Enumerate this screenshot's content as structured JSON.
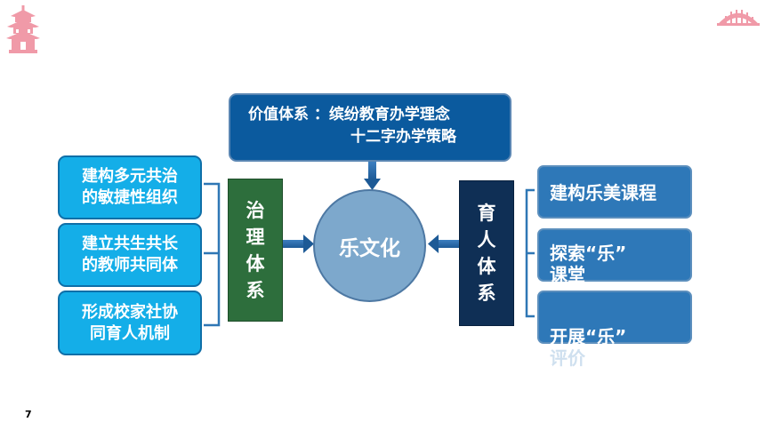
{
  "value_system": {
    "line1": "价值体系 ：缤纷教育办学理念",
    "line2": "十二字办学策略"
  },
  "center": {
    "label": "乐文化"
  },
  "governance": {
    "label_chars": [
      "治",
      "理",
      "体",
      "系"
    ],
    "items": [
      {
        "line1": "建构多元共治",
        "line2": "的敏捷性组织"
      },
      {
        "line1": "建立共生共长",
        "line2": "的教师共同体"
      },
      {
        "line1": "形成校家社协",
        "line2": "同育人机制"
      }
    ]
  },
  "education": {
    "label_chars": [
      "育",
      "人",
      "体",
      "系"
    ],
    "items": [
      {
        "line1": "建构乐美课程",
        "line2": ""
      },
      {
        "line1": "探索“乐”",
        "line2": "课堂"
      },
      {
        "line1": "开展“乐”",
        "line2": "评价"
      }
    ]
  },
  "page_number": "7",
  "colors": {
    "value_box": "#0b5a9e",
    "center_circle": "#7da8cc",
    "governance_label": "#2d6e3c",
    "education_label": "#0f2f55",
    "left_items": "#14aee8",
    "right_items": "#2e78b8",
    "decor_pink": "#f09aa8"
  },
  "icons": {
    "top_left": "pagoda-icon",
    "top_right": "bridge-icon"
  }
}
